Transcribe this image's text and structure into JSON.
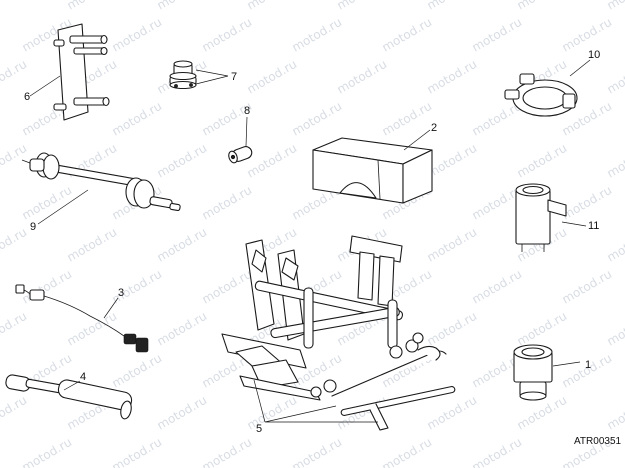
{
  "watermark": {
    "text": "motod.ru"
  },
  "drawing_code": "ATR00351",
  "callouts": [
    "1",
    "2",
    "3",
    "4",
    "5",
    "6",
    "7",
    "8",
    "9",
    "10",
    "11"
  ]
}
